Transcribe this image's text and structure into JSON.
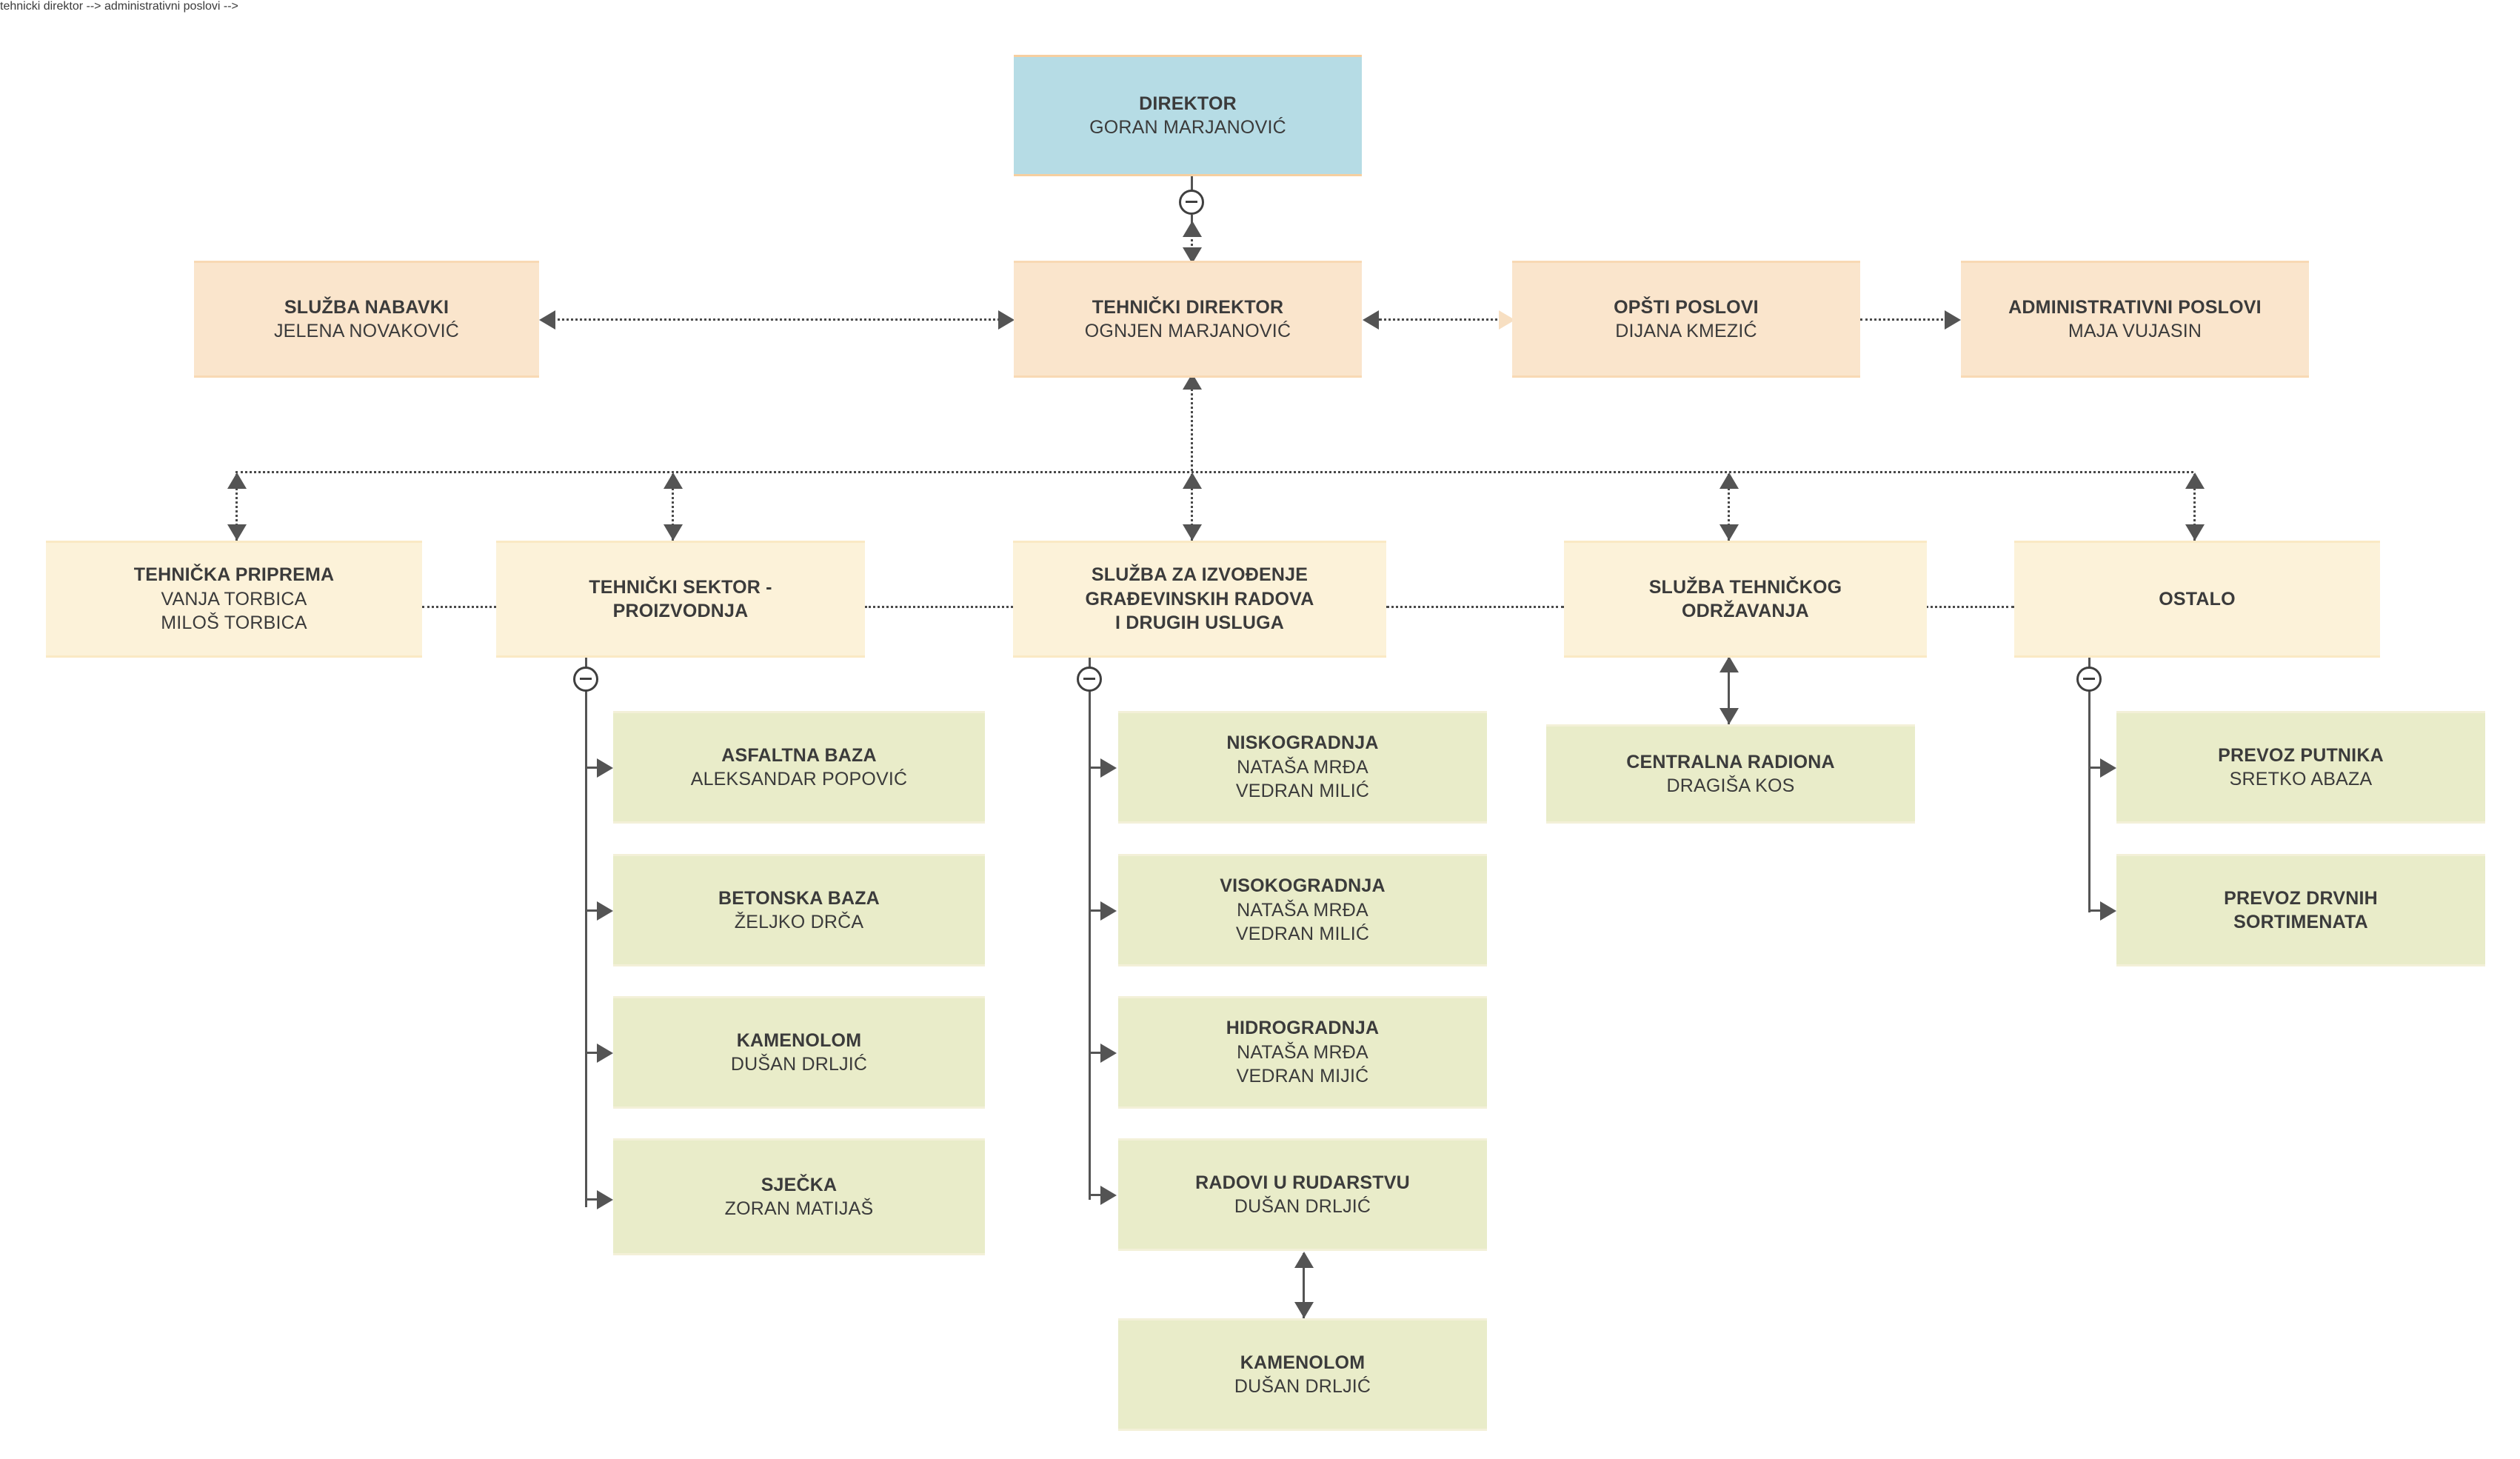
{
  "diagram": {
    "kind": "organizational-chart",
    "background": "#ffffff",
    "colors": {
      "director_fill": "#b6dce5",
      "director_border": "#f6cfa0",
      "department_fill": "#fae5cc",
      "department_border": "#f8d9b4",
      "service_fill": "#fcf2d9",
      "service_border": "#fae9c4",
      "unit_fill": "#e9ecc9",
      "unit_border": "#f3f0d8",
      "connector": "#545454",
      "text": "#3b3b3b",
      "pale_arrow": "#f7dfc2"
    }
  },
  "nodes": {
    "direktor": {
      "title": "DIREKTOR",
      "person": "GORAN MARJANOVIĆ"
    },
    "tehnicki_direktor": {
      "title": "TEHNIČKI DIREKTOR",
      "person": "OGNJEN MARJANOVIĆ"
    },
    "sluzba_nabavki": {
      "title": "SLUŽBA NABAVKI",
      "person": "JELENA NOVAKOVIĆ"
    },
    "opsti_poslovi": {
      "title": "OPŠTI POSLOVI",
      "person": "DIJANA KMEZIĆ"
    },
    "admin_poslovi": {
      "title": "ADMINISTRATIVNI POSLOVI",
      "person": "MAJA VUJASIN"
    },
    "tehnicka_priprema": {
      "title": "TEHNIČKA PRIPREMA",
      "person": "VANJA TORBICA\nMILOŠ TORBICA"
    },
    "tehnicki_sektor": {
      "title": "TEHNIČKI SEKTOR -\nPROIZVODNJA",
      "person": ""
    },
    "sluzba_izvodjenje": {
      "title": "SLUŽBA ZA IZVOĐENJE\nGRAĐEVINSKIH RADOVA\nI DRUGIH USLUGA",
      "person": ""
    },
    "sluzba_odrzavanja": {
      "title": "SLUŽBA TEHNIČKOG\nODRŽAVANJA",
      "person": ""
    },
    "ostalo": {
      "title": "OSTALO",
      "person": ""
    },
    "asfaltna_baza": {
      "title": "ASFALTNA BAZA",
      "person": "ALEKSANDAR POPOVIĆ"
    },
    "betonska_baza": {
      "title": "BETONSKA BAZA",
      "person": "ŽELJKO DRČA"
    },
    "kamenolom_ts": {
      "title": "KAMENOLOM",
      "person": "DUŠAN DRLJIĆ"
    },
    "sjecka": {
      "title": "SJEČKA",
      "person": "ZORAN MATIJAŠ"
    },
    "niskogradnja": {
      "title": "NISKOGRADNJA",
      "person": "NATAŠA MRĐA\nVEDRAN MILIĆ"
    },
    "visokogradnja": {
      "title": "VISOKOGRADNJA",
      "person": "NATAŠA MRĐA\nVEDRAN MILIĆ"
    },
    "hidrogradnja": {
      "title": "HIDROGRADNJA",
      "person": "NATAŠA MRĐA\nVEDRAN MIJIĆ"
    },
    "radovi_rudarstvu": {
      "title": "RADOVI U RUDARSTVU",
      "person": "DUŠAN DRLJIĆ"
    },
    "kamenolom_rud": {
      "title": "KAMENOLOM",
      "person": "DUŠAN DRLJIĆ"
    },
    "centralna_radiona": {
      "title": "CENTRALNA RADIONA",
      "person": "DRAGIŠA KOS"
    },
    "prevoz_putnika": {
      "title": "PREVOZ PUTNIKA",
      "person": "SRETKO ABAZA"
    },
    "prevoz_drvnih": {
      "title": "PREVOZ DRVNIH\nSORTIMENATA",
      "person": ""
    }
  },
  "toggles": {
    "direktor_collapse": "minus",
    "tehnicki_sektor_collapse": "minus",
    "sluzba_izvodjenje_collapse": "minus",
    "ostalo_collapse": "minus"
  }
}
